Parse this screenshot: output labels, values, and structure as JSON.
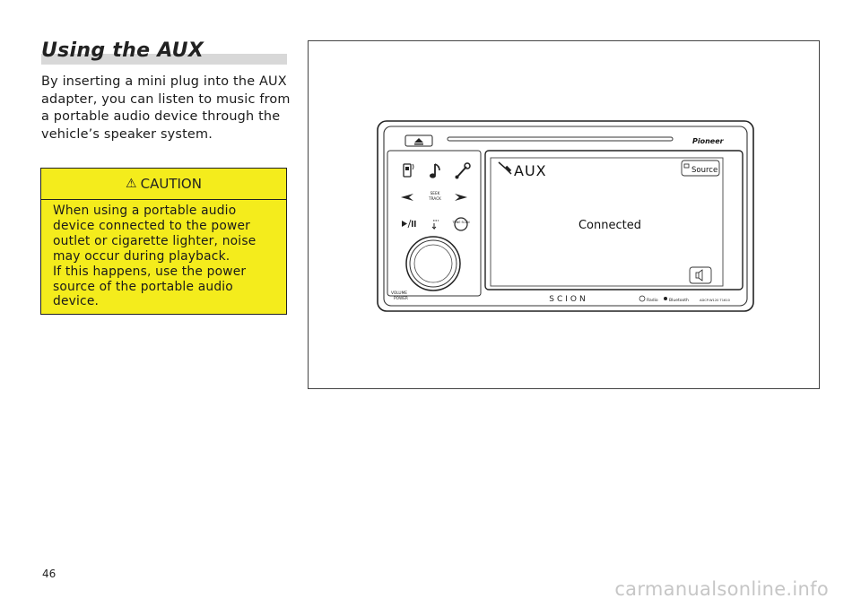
{
  "page": {
    "title": "Using the AUX",
    "intro": "By inserting a mini plug into the AUX adapter, you can listen to music from a portable audio device through the vehicle’s speaker system.",
    "page_number": "46",
    "watermark": "carmanualsonline.info"
  },
  "caution": {
    "heading": "CAUTION",
    "lines": [
      "When using a portable audio",
      "device connected to the power",
      "outlet or cigarette lighter, noise",
      "may occur during playback.",
      "If this happens, use the power",
      "source of the portable audio",
      "device."
    ]
  },
  "head_unit": {
    "brand": "Pioneer",
    "logo": "SCION",
    "screen_mode": "AUX",
    "source_button": "Source",
    "status": "Connected",
    "seek_label_1": "SEEK",
    "seek_label_2": "TRACK",
    "tune_label": "TUNE SCAN",
    "volume_label_1": "VOLUME",
    "volume_label_2": "POWER",
    "hd_label": "Radio",
    "bt_label": "Bluetooth",
    "model": "ADCP-W120 T1610",
    "icons": [
      "phone-icon",
      "music-note-icon",
      "wrench-icon",
      "seek-left-icon",
      "seek-right-icon",
      "play-pause-icon",
      "eject-icon",
      "mute-icon",
      "plug-icon"
    ]
  }
}
